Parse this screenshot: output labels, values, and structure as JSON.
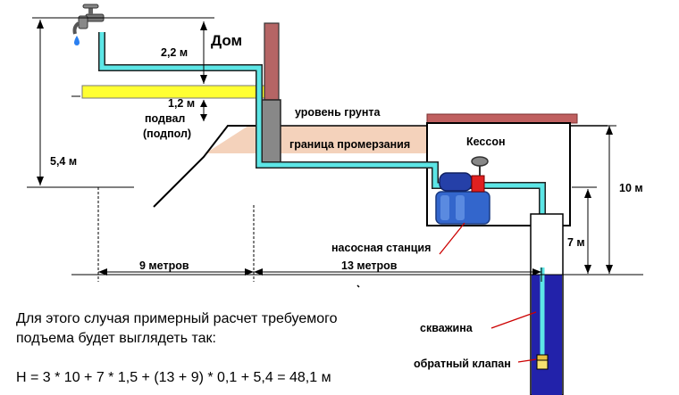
{
  "labels": {
    "house": "Дом",
    "ground_level": "уровень грунта",
    "basement_line1": "подвал",
    "basement_line2": "(подпол)",
    "freeze_boundary": "граница промерзания",
    "caisson": "Кессон",
    "pump_station": "насосная станция",
    "well": "скважина",
    "check_valve": "обратный клапан"
  },
  "dimensions": {
    "faucet_height": "2,2 м",
    "basement_depth": "1,2 м",
    "total_height": "5,4 м",
    "left_distance": "9 метров",
    "right_distance": "13 метров",
    "caisson_depth": "10 м",
    "well_depth": "7 м"
  },
  "caption": {
    "line1": "Для этого случая примерный расчет требуемого",
    "line2": "подъема будет выглядеть так:",
    "formula": "H = 3 * 10 + 7 * 1,5 + (13 + 9) * 0,1 + 5,4 = 48,1 м"
  },
  "colors": {
    "pipe": "#5ce6e6",
    "pipe_outline": "#222222",
    "wall": "#b06060",
    "floor": "#ffff33",
    "freeze_zone": "#f4d2bb",
    "well_water": "#2222aa",
    "pump_tank": "#3366cc",
    "pump_motor": "#e02020",
    "leader_line": "#cc0000"
  }
}
